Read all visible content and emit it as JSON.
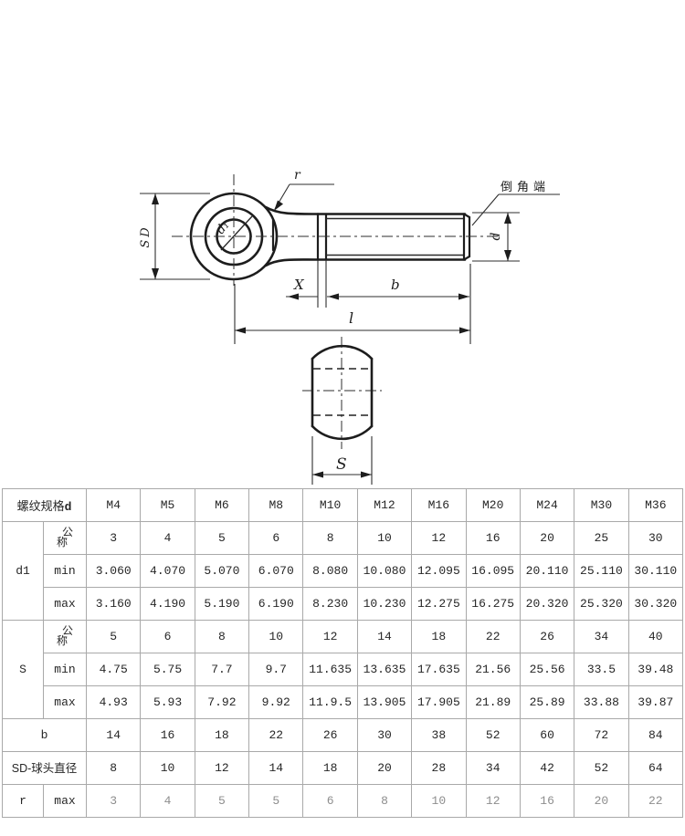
{
  "drawing": {
    "labels": {
      "sd": "SD",
      "radius": "r",
      "hole_dia": "d₁",
      "chamfer_end": "倒角端",
      "diameter": "d",
      "x_dim": "X",
      "thread_length": "b",
      "total_length": "l",
      "width_across": "S"
    }
  },
  "table": {
    "spec_label": "螺纹规格",
    "spec_symbol": "d",
    "sizes": [
      "M4",
      "M5",
      "M6",
      "M8",
      "M10",
      "M12",
      "M16",
      "M20",
      "M24",
      "M30",
      "M36"
    ],
    "rows": [
      {
        "label": "d1",
        "label_rowspan": 3,
        "sub": "公称",
        "stacked": [
          "公",
          "称"
        ],
        "values": [
          "3",
          "4",
          "5",
          "6",
          "8",
          "10",
          "12",
          "16",
          "20",
          "25",
          "30"
        ]
      },
      {
        "sub": "min",
        "values": [
          "3.060",
          "4.070",
          "5.070",
          "6.070",
          "8.080",
          "10.080",
          "12.095",
          "16.095",
          "20.110",
          "25.110",
          "30.110"
        ]
      },
      {
        "sub": "max",
        "values": [
          "3.160",
          "4.190",
          "5.190",
          "6.190",
          "8.230",
          "10.230",
          "12.275",
          "16.275",
          "20.320",
          "25.320",
          "30.320"
        ]
      },
      {
        "label": "S",
        "label_rowspan": 3,
        "sub": "公称",
        "stacked": [
          "公",
          "称"
        ],
        "values": [
          "5",
          "6",
          "8",
          "10",
          "12",
          "14",
          "18",
          "22",
          "26",
          "34",
          "40"
        ]
      },
      {
        "sub": "min",
        "values": [
          "4.75",
          "5.75",
          "7.7",
          "9.7",
          "11.635",
          "13.635",
          "17.635",
          "21.56",
          "25.56",
          "33.5",
          "39.48"
        ]
      },
      {
        "sub": "max",
        "values": [
          "4.93",
          "5.93",
          "7.92",
          "9.92",
          "11.9.5",
          "13.905",
          "17.905",
          "21.89",
          "25.89",
          "33.88",
          "39.87"
        ]
      },
      {
        "label": "b",
        "label_colspan": 2,
        "values": [
          "14",
          "16",
          "18",
          "22",
          "26",
          "30",
          "38",
          "52",
          "60",
          "72",
          "84"
        ]
      },
      {
        "label": "SD-球头直径",
        "label_colspan": 2,
        "wrap": true,
        "values": [
          "8",
          "10",
          "12",
          "14",
          "18",
          "20",
          "28",
          "34",
          "42",
          "52",
          "64"
        ]
      },
      {
        "label": "r",
        "sub": "max",
        "faded": true,
        "values": [
          "3",
          "4",
          "5",
          "5",
          "6",
          "8",
          "10",
          "12",
          "16",
          "20",
          "22"
        ]
      }
    ]
  }
}
